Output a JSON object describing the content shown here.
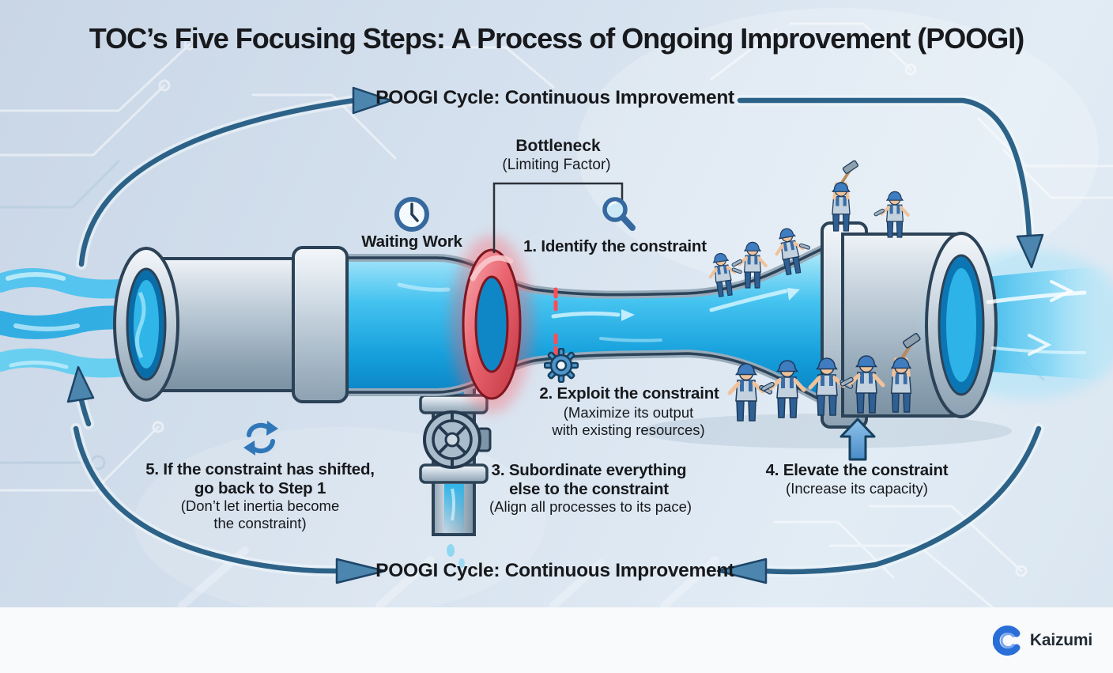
{
  "title": "TOC’s Five Focusing Steps: A Process of Ongoing Improvement (POOGI)",
  "cycle": {
    "top_label": "POOGI Cycle: Continuous Improvement",
    "bottom_label": "POOGI Cycle: Continuous Improvement"
  },
  "bottleneck": {
    "title": "Bottleneck",
    "subtitle": "(Limiting Factor)"
  },
  "waiting_work": {
    "label": "Waiting Work",
    "icon": "clock-icon"
  },
  "steps": [
    {
      "id": 1,
      "icon": "magnifier-icon",
      "lines_bold": [
        "1. Identify the constraint"
      ],
      "lines_regular": []
    },
    {
      "id": 2,
      "icon": "gear-icon",
      "lines_bold": [
        "2. Exploit the constraint"
      ],
      "lines_regular": [
        "(Maximize its output",
        "with existing resources)"
      ]
    },
    {
      "id": 3,
      "icon": "",
      "lines_bold": [
        "3. Subordinate everything",
        "else to the constraint"
      ],
      "lines_regular": [
        "(Align all processes to its pace)"
      ]
    },
    {
      "id": 4,
      "icon": "up-arrow-icon",
      "lines_bold": [
        "4. Elevate the constraint"
      ],
      "lines_regular": [
        "(Increase its capacity)"
      ]
    },
    {
      "id": 5,
      "icon": "cycle-arrows-icon",
      "lines_bold": [
        "5. If the constraint has shifted,",
        "go back to Step 1"
      ],
      "lines_regular": [
        "(Don’t let inertia become",
        "the constraint)"
      ]
    }
  ],
  "brand": {
    "name": "Kaizumi",
    "icon": "kaizumi-c-logo"
  },
  "colors": {
    "background": "#d3dfec",
    "accent_arrow_blue": "#2d6288",
    "water_blue": "#1f9fdc",
    "bottleneck_red": "#e0515c",
    "pipe_grey": "#aebfcc",
    "text_dark": "#17191c",
    "footer_bg": "#f8fafc",
    "brand_blue": "#2a6fd8"
  }
}
